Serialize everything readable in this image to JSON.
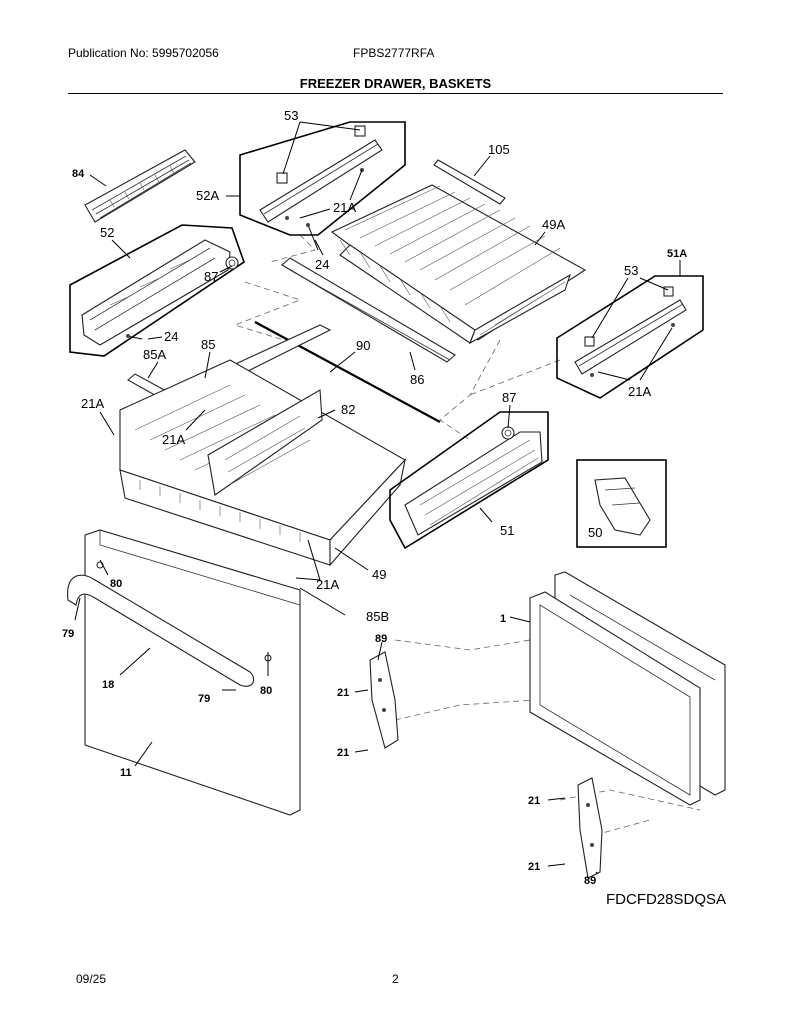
{
  "header": {
    "publication": "Publication No: 5995702056",
    "model": "FPBS2777RFA",
    "title": "FREEZER DRAWER, BASKETS"
  },
  "callouts": {
    "c84": "84",
    "c53": "53",
    "c52a": "52A",
    "c21a_top": "21A",
    "c105": "105",
    "c49a": "49A",
    "c51a": "51A",
    "c53_right": "53",
    "c52": "52",
    "c87_left": "87",
    "c24_a": "24",
    "c24_b": "24",
    "c85a": "85A",
    "c85": "85",
    "c90": "90",
    "c86": "86",
    "c21a_right": "21A",
    "c21a_left": "21A",
    "c21a_mid": "21A",
    "c82": "82",
    "c87_right": "87",
    "c50": "50",
    "c51": "51",
    "c21a_bottom": "21A",
    "c49": "49",
    "c85b": "85B",
    "c80_a": "80",
    "c79_a": "79",
    "c1": "1",
    "c89_a": "89",
    "c18": "18",
    "c80_b": "80",
    "c79_b": "79",
    "c21_a": "21",
    "c21_b": "21",
    "c11": "11",
    "c21_c": "21",
    "c21_d": "21",
    "c89_b": "89"
  },
  "diagram_code": "FDCFD28SDQSA",
  "footer": {
    "date": "09/25",
    "page": "2"
  }
}
